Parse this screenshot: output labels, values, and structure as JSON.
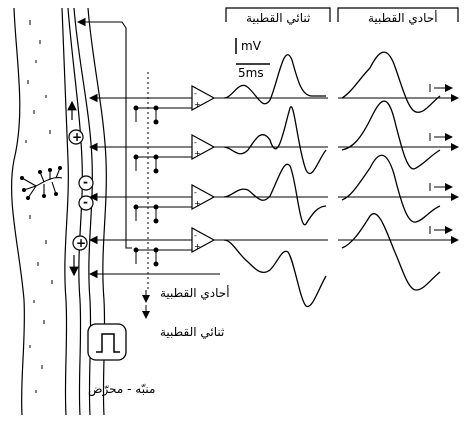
{
  "headers": {
    "bipolar": "ثنائي القطبية",
    "monopolar": "أحادي القطبية"
  },
  "scale": {
    "voltage": "mV",
    "time": "5ms"
  },
  "polarity_labels": {
    "monopolar": "أحادي القطبية",
    "bipolar": "ثنائي القطبية"
  },
  "stimulator_label": "منبّه - محرّض",
  "charge_signs": [
    "+",
    "-",
    "-",
    "+"
  ],
  "amplifier_inputs": [
    "-",
    "+"
  ],
  "channel_count": 4
}
